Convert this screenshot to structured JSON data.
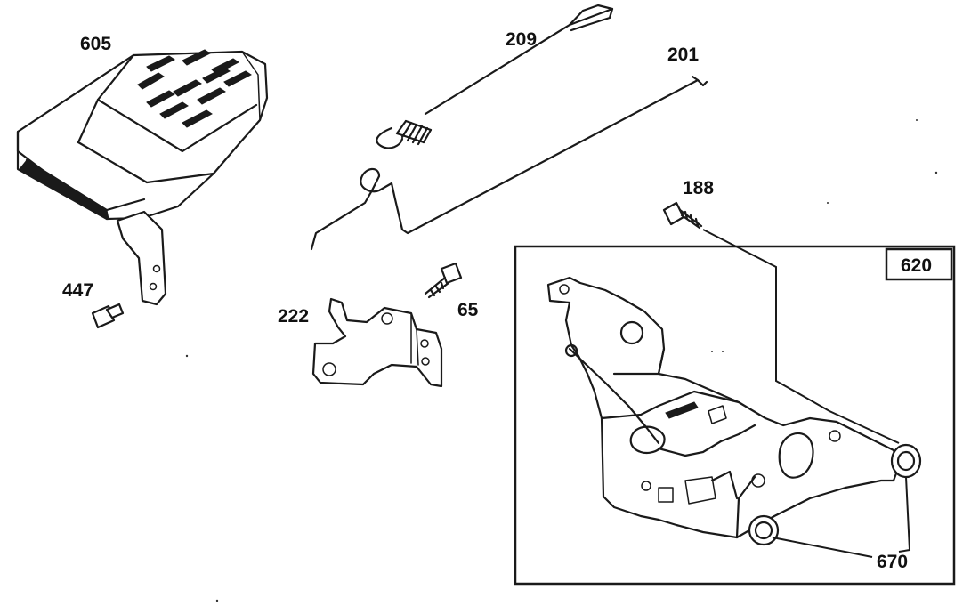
{
  "diagram": {
    "type": "exploded-parts-diagram",
    "parts": [
      {
        "key": "p605",
        "label": "605",
        "icon": "cover-icon"
      },
      {
        "key": "p209",
        "label": "209",
        "icon": "spring-icon"
      },
      {
        "key": "p201",
        "label": "201",
        "icon": "link-rod-icon"
      },
      {
        "key": "p188",
        "label": "188",
        "icon": "screw-icon"
      },
      {
        "key": "p447",
        "label": "447",
        "icon": "rivet-icon"
      },
      {
        "key": "p222",
        "label": "222",
        "icon": "bracket-icon"
      },
      {
        "key": "p65",
        "label": "65",
        "icon": "bolt-icon"
      },
      {
        "key": "p620",
        "label": "620",
        "icon": "control-plate-icon"
      },
      {
        "key": "p670",
        "label": "670",
        "icon": "bushing-icon"
      }
    ]
  }
}
